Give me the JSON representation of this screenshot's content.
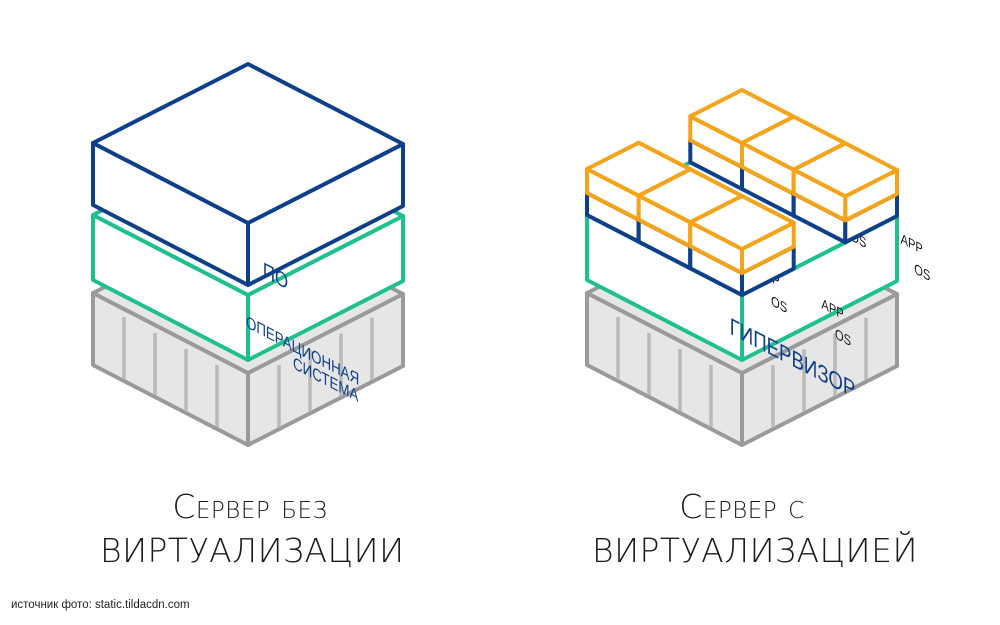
{
  "colors": {
    "software": "#0f3f8c",
    "os_layer": "#1fc08f",
    "hardware_stroke": "#9a9a9a",
    "hardware_fill": "#e6e6e6",
    "app": "#f5a319",
    "vm_os": "#0f3f8c",
    "label": "#0f3f8c"
  },
  "left_diagram": {
    "software_label": "ПО",
    "os_label_line1": "ОПЕРАЦИОННАЯ",
    "os_label_line2": "СИСТЕМА",
    "caption_line1": "Сервер без",
    "caption_line2": "виртуализации"
  },
  "right_diagram": {
    "hypervisor_label": "ГИПЕРВИЗОР",
    "app_label": "APP",
    "os_label": "OS",
    "vm_count": 6,
    "caption_line1": "Сервер с",
    "caption_line2": "виртуализацией"
  },
  "source": "источник фото: static.tildacdn.com"
}
